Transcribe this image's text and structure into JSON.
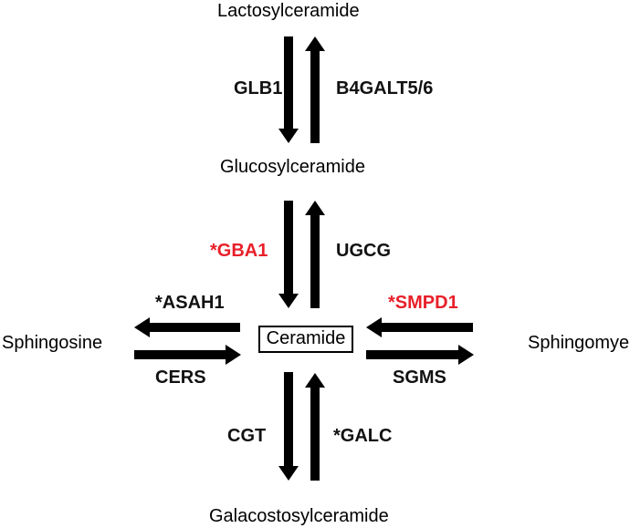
{
  "metabolites": {
    "lactosylceramide": "Lactosylceramide",
    "glucosylceramide": "Glucosylceramide",
    "sphingosine": "Sphingosine",
    "ceramide": "Ceramide",
    "sphingomyelin": "Sphingomyelin",
    "galactosylceramide": "Galacostosylceramide"
  },
  "enzymes": {
    "glb1": {
      "label": "GLB1",
      "color": "#111111"
    },
    "b4galt": {
      "label": "B4GALT5/6",
      "color": "#111111"
    },
    "gba1": {
      "label": "*GBA1",
      "color": "#e8202a"
    },
    "ugcg": {
      "label": "UGCG",
      "color": "#111111"
    },
    "asah1": {
      "label": "*ASAH1",
      "color": "#111111"
    },
    "smpd1": {
      "label": "*SMPD1",
      "color": "#e8202a"
    },
    "cers": {
      "label": "CERS",
      "color": "#111111"
    },
    "sgms": {
      "label": "SGMS",
      "color": "#111111"
    },
    "cgt": {
      "label": "CGT",
      "color": "#111111"
    },
    "galc": {
      "label": "*GALC",
      "color": "#111111"
    }
  },
  "colors": {
    "arrow": "#000000",
    "highlight": "#e8202a",
    "text": "#111111"
  }
}
